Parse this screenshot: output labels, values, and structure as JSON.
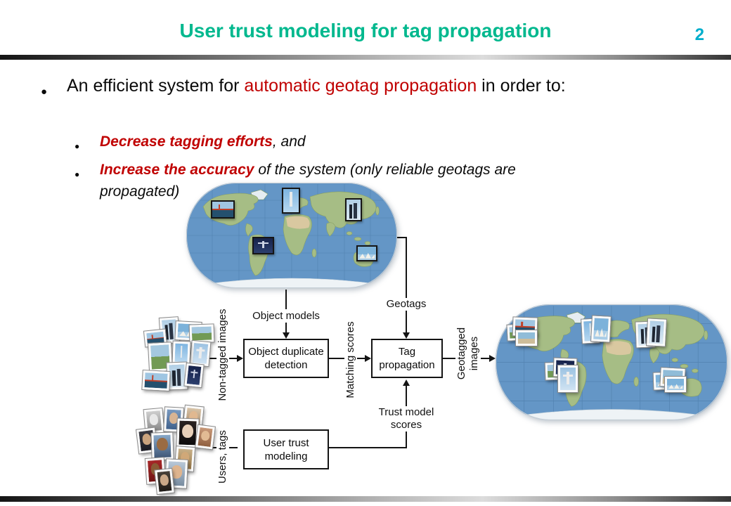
{
  "header": {
    "title": "User trust modeling for tag propagation",
    "page_number": "2"
  },
  "colors": {
    "title": "#00b88e",
    "page_number": "#00aecc",
    "highlight": "#c00000"
  },
  "bullets": {
    "main_marker": "●",
    "sub_marker": "●",
    "main_pre": "An efficient system for ",
    "main_highlight": "automatic geotag propagation",
    "main_post": " in order to:",
    "sub1_highlight": "Decrease tagging efforts",
    "sub1_rest": ", and",
    "sub2_highlight": "Increase the accuracy",
    "sub2_rest": " of the system (only reliable geotags are propagated)"
  },
  "diagram": {
    "box_object_duplicate_detection": "Object duplicate detection",
    "box_tag_propagation": "Tag propagation",
    "box_user_trust_modeling": "User trust modeling",
    "label_object_models": "Object models",
    "label_geotags": "Geotags",
    "label_non_tagged_images": "Non-tagged images",
    "label_matching_scores": "Matching scores",
    "label_trust_model_scores": "Trust model scores",
    "label_geotagged_images": "Geotagged images",
    "label_users_tags": "Users, tags"
  }
}
